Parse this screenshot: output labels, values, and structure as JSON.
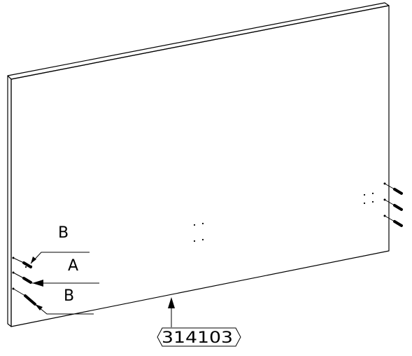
{
  "diagram": {
    "labels": {
      "top_b": "B",
      "a": "A",
      "bottom_b": "B"
    },
    "part_number": "314103",
    "colors": {
      "line": "#000000",
      "background": "#ffffff"
    }
  }
}
